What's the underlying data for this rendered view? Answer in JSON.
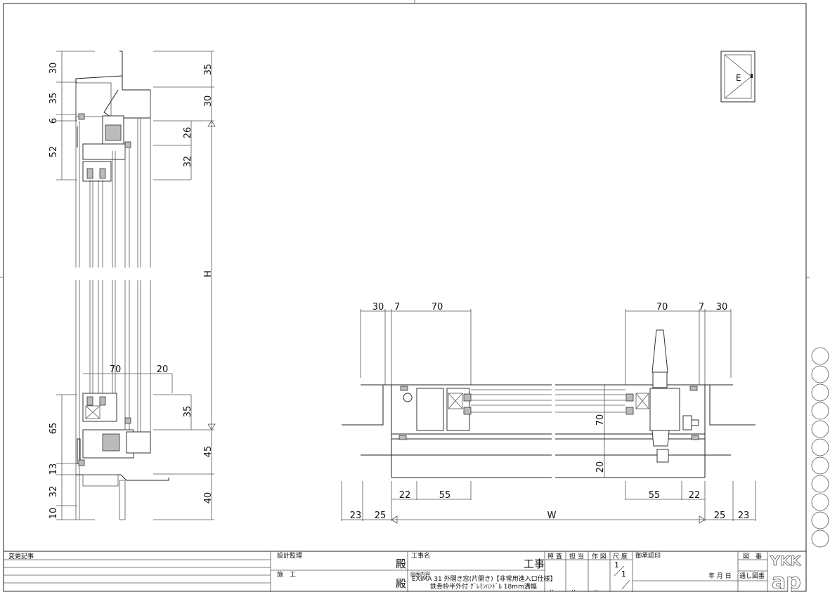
{
  "section_view": {
    "left_dims": [
      "30",
      "35",
      "6",
      "52",
      "65",
      "13",
      "32",
      "10"
    ],
    "right_dims": [
      "35",
      "30",
      "26",
      "32",
      "H",
      "35",
      "45",
      "40"
    ],
    "inner_dims": [
      "70",
      "20"
    ]
  },
  "plan_view": {
    "top_left": [
      "30",
      "7",
      "70"
    ],
    "top_right": [
      "70",
      "7",
      "30"
    ],
    "bottom_inner": [
      "22",
      "55",
      "55",
      "22"
    ],
    "bottom_outer": [
      "23",
      "25",
      "W",
      "25",
      "23"
    ],
    "vertical": [
      "70",
      "20"
    ]
  },
  "key_plan": {
    "label": "E"
  },
  "title_block": {
    "revision_label": "変更記事",
    "design_supervision": "設計監理",
    "construction": "施　工",
    "honorific_1": "殿",
    "honorific_2": "殿",
    "project_name_label": "工事名",
    "project_suffix": "工事",
    "drawing_content_label": "図面内容",
    "drawing_content_line1": "EXIMA 31 外開き窓(片開き)【非常用進入口仕様】",
    "drawing_content_line2": "鉄骨枠半外付 ｸﾞﾚﾓﾝﾊﾝﾄﾞﾙ 18mm溝幅",
    "check": "照 査",
    "charge": "担 当",
    "drafting": "作 図",
    "scale": "尺 度",
    "scale_value_num": "1",
    "scale_value_den": "1",
    "approval": "御承認印",
    "date": "年 月 日",
    "drawing_no": "図　番",
    "serial_no": "通し図番",
    "dots": "‥",
    "logo_top": "YKK",
    "logo_bottom": "ap"
  }
}
